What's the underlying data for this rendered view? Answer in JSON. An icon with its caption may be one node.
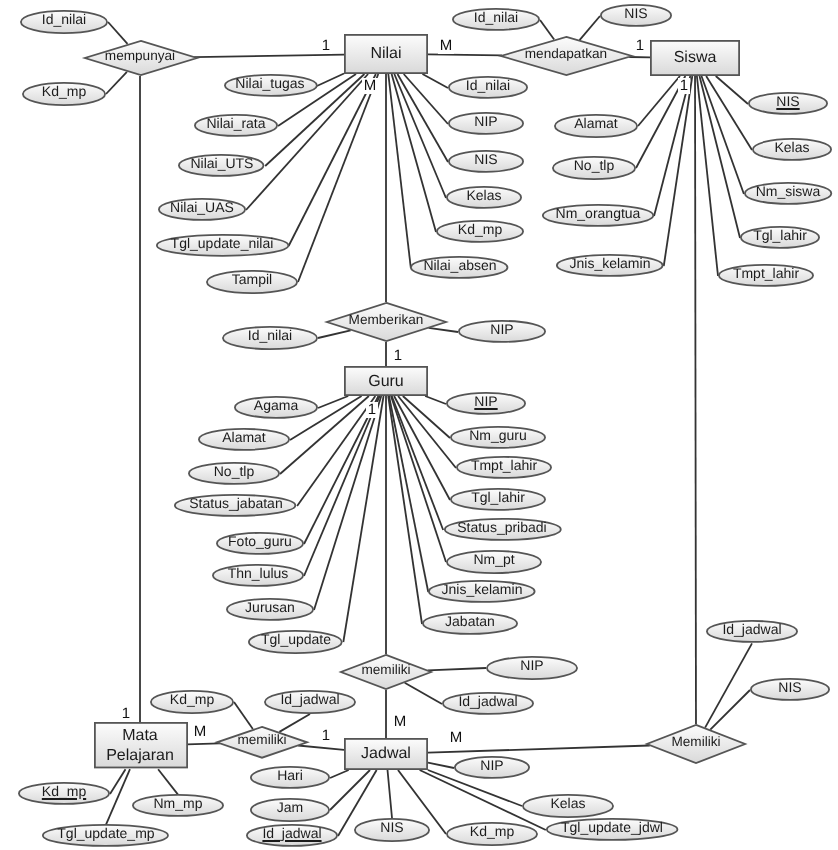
{
  "diagram": {
    "nodes": [
      {
        "text": [
          "Id_nilai"
        ]
      },
      {
        "text": [
          "mempunyai"
        ]
      },
      {
        "text": [
          "Kd_mp"
        ]
      },
      {
        "text": [
          "Nilai"
        ]
      },
      {
        "text": [
          "Id_nilai"
        ]
      },
      {
        "text": [
          "NIS"
        ]
      },
      {
        "text": [
          "mendapatkan"
        ]
      },
      {
        "text": [
          "Siswa"
        ]
      },
      {
        "text": [
          "Nilai_tugas"
        ]
      },
      {
        "text": [
          "Nilai_rata"
        ]
      },
      {
        "text": [
          "Nilai_UTS"
        ]
      },
      {
        "text": [
          "Nilai_UAS"
        ]
      },
      {
        "text": [
          "Tgl_update_nilai"
        ]
      },
      {
        "text": [
          "Tampil"
        ]
      },
      {
        "text": [
          "Id_nilai"
        ]
      },
      {
        "text": [
          "NIP"
        ]
      },
      {
        "text": [
          "NIS"
        ]
      },
      {
        "text": [
          "Kelas"
        ]
      },
      {
        "text": [
          "Kd_mp"
        ]
      },
      {
        "text": [
          "Nilai_absen"
        ]
      },
      {
        "text": [
          "Alamat"
        ]
      },
      {
        "text": [
          "No_tlp"
        ]
      },
      {
        "text": [
          "Nm_orangtua"
        ]
      },
      {
        "text": [
          "Jnis_kelamin"
        ]
      },
      {
        "text": [
          "NIS"
        ]
      },
      {
        "text": [
          "Kelas"
        ]
      },
      {
        "text": [
          "Nm_siswa"
        ]
      },
      {
        "text": [
          "Tgl_lahir"
        ]
      },
      {
        "text": [
          "Tmpt_lahir"
        ]
      },
      {
        "text": [
          "Memberikan"
        ]
      },
      {
        "text": [
          "Id_nilai"
        ]
      },
      {
        "text": [
          "NIP"
        ]
      },
      {
        "text": [
          "Guru"
        ]
      },
      {
        "text": [
          "Agama"
        ]
      },
      {
        "text": [
          "Alamat"
        ]
      },
      {
        "text": [
          "No_tlp"
        ]
      },
      {
        "text": [
          "Status_jabatan"
        ]
      },
      {
        "text": [
          "Foto_guru"
        ]
      },
      {
        "text": [
          "Thn_lulus"
        ]
      },
      {
        "text": [
          "Jurusan"
        ]
      },
      {
        "text": [
          "Tgl_update"
        ]
      },
      {
        "text": [
          "NIP"
        ]
      },
      {
        "text": [
          "Nm_guru"
        ]
      },
      {
        "text": [
          "Tmpt_lahir"
        ]
      },
      {
        "text": [
          "Tgl_lahir"
        ]
      },
      {
        "text": [
          "Status_pribadi"
        ]
      },
      {
        "text": [
          "Nm_pt"
        ]
      },
      {
        "text": [
          "Jnis_kelamin"
        ]
      },
      {
        "text": [
          "Jabatan"
        ]
      },
      {
        "text": [
          "Id_jadwal"
        ]
      },
      {
        "text": [
          "memiliki"
        ]
      },
      {
        "text": [
          "NIP"
        ]
      },
      {
        "text": [
          "Id_jadwal"
        ]
      },
      {
        "text": [
          "NIS"
        ]
      },
      {
        "text": [
          "Kd_mp"
        ]
      },
      {
        "text": [
          "Id_jadwal"
        ]
      },
      {
        "text": [
          "Mata Pelajaran"
        ]
      },
      {
        "text": [
          "memiliki"
        ]
      },
      {
        "text": [
          "Jadwal"
        ]
      },
      {
        "text": [
          "Memiliki"
        ]
      },
      {
        "text": [
          "NIP"
        ]
      },
      {
        "text": [
          "Hari"
        ]
      },
      {
        "text": [
          "Kelas"
        ]
      },
      {
        "text": [
          "Jam"
        ]
      },
      {
        "text": [
          "Tgl_update_jdwl"
        ]
      },
      {
        "text": [
          "NIS"
        ]
      },
      {
        "text": [
          "Id_jadwal"
        ]
      },
      {
        "text": [
          "Kd_mp"
        ]
      },
      {
        "text": [
          "Kd_mp"
        ]
      },
      {
        "text": [
          "Nm_mp"
        ]
      },
      {
        "text": [
          "Tgl_update_mp"
        ]
      }
    ],
    "edges": [
      {
        "from": 1,
        "to": 3,
        "arrow": "none",
        "label": "1"
      },
      {
        "from": 1,
        "to": 56,
        "arrow": "none",
        "label": "1"
      },
      {
        "from": 6,
        "to": 3,
        "arrow": "none",
        "label": "M"
      },
      {
        "from": 6,
        "to": 7,
        "arrow": "none",
        "label": "1"
      },
      {
        "from": 29,
        "to": 3,
        "arrow": "none",
        "label": "M"
      },
      {
        "from": 29,
        "to": 32,
        "arrow": "none",
        "label": "1"
      },
      {
        "from": 50,
        "to": 32,
        "arrow": "none",
        "label": "1"
      },
      {
        "from": 50,
        "to": 58,
        "arrow": "none",
        "label": "M"
      },
      {
        "from": 57,
        "to": 56,
        "arrow": "none",
        "label": "M"
      },
      {
        "from": 57,
        "to": 58,
        "arrow": "none",
        "label": "1"
      },
      {
        "from": 59,
        "to": 58,
        "arrow": "none",
        "label": "M"
      },
      {
        "from": 59,
        "to": 7,
        "arrow": "none",
        "label": "1"
      },
      {
        "from": 0,
        "to": 1,
        "arrow": "none"
      },
      {
        "from": 2,
        "to": 1,
        "arrow": "none"
      },
      {
        "from": 4,
        "to": 6,
        "arrow": "none"
      },
      {
        "from": 5,
        "to": 6,
        "arrow": "none"
      },
      {
        "from": 8,
        "to": 3,
        "arrow": "none"
      },
      {
        "from": 9,
        "to": 3,
        "arrow": "none"
      },
      {
        "from": 10,
        "to": 3,
        "arrow": "none"
      },
      {
        "from": 11,
        "to": 3,
        "arrow": "none"
      },
      {
        "from": 12,
        "to": 3,
        "arrow": "none"
      },
      {
        "from": 13,
        "to": 3,
        "arrow": "none"
      },
      {
        "from": 14,
        "to": 3,
        "arrow": "none"
      },
      {
        "from": 15,
        "to": 3,
        "arrow": "none"
      },
      {
        "from": 16,
        "to": 3,
        "arrow": "none"
      },
      {
        "from": 17,
        "to": 3,
        "arrow": "none"
      },
      {
        "from": 18,
        "to": 3,
        "arrow": "none"
      },
      {
        "from": 19,
        "to": 3,
        "arrow": "none"
      },
      {
        "from": 20,
        "to": 7,
        "arrow": "none"
      },
      {
        "from": 21,
        "to": 7,
        "arrow": "none"
      },
      {
        "from": 22,
        "to": 7,
        "arrow": "none"
      },
      {
        "from": 23,
        "to": 7,
        "arrow": "none"
      },
      {
        "from": 24,
        "to": 7,
        "arrow": "none"
      },
      {
        "from": 25,
        "to": 7,
        "arrow": "none"
      },
      {
        "from": 26,
        "to": 7,
        "arrow": "none"
      },
      {
        "from": 27,
        "to": 7,
        "arrow": "none"
      },
      {
        "from": 28,
        "to": 7,
        "arrow": "none"
      },
      {
        "from": 30,
        "to": 29,
        "arrow": "none"
      },
      {
        "from": 31,
        "to": 29,
        "arrow": "none"
      },
      {
        "from": 33,
        "to": 32,
        "arrow": "none"
      },
      {
        "from": 34,
        "to": 32,
        "arrow": "none"
      },
      {
        "from": 35,
        "to": 32,
        "arrow": "none"
      },
      {
        "from": 36,
        "to": 32,
        "arrow": "none"
      },
      {
        "from": 37,
        "to": 32,
        "arrow": "none"
      },
      {
        "from": 38,
        "to": 32,
        "arrow": "none"
      },
      {
        "from": 39,
        "to": 32,
        "arrow": "none"
      },
      {
        "from": 40,
        "to": 32,
        "arrow": "none"
      },
      {
        "from": 41,
        "to": 32,
        "arrow": "none"
      },
      {
        "from": 42,
        "to": 32,
        "arrow": "none"
      },
      {
        "from": 43,
        "to": 32,
        "arrow": "none"
      },
      {
        "from": 44,
        "to": 32,
        "arrow": "none"
      },
      {
        "from": 45,
        "to": 32,
        "arrow": "none"
      },
      {
        "from": 46,
        "to": 32,
        "arrow": "none"
      },
      {
        "from": 47,
        "to": 32,
        "arrow": "none"
      },
      {
        "from": 48,
        "to": 32,
        "arrow": "none"
      },
      {
        "from": 49,
        "to": 59,
        "arrow": "none"
      },
      {
        "from": 51,
        "to": 50,
        "arrow": "none"
      },
      {
        "from": 52,
        "to": 50,
        "arrow": "none"
      },
      {
        "from": 53,
        "to": 59,
        "arrow": "none"
      },
      {
        "from": 54,
        "to": 57,
        "arrow": "none"
      },
      {
        "from": 55,
        "to": 57,
        "arrow": "none"
      },
      {
        "from": 60,
        "to": 58,
        "arrow": "none"
      },
      {
        "from": 61,
        "to": 58,
        "arrow": "none"
      },
      {
        "from": 62,
        "to": 58,
        "arrow": "none"
      },
      {
        "from": 63,
        "to": 58,
        "arrow": "none"
      },
      {
        "from": 64,
        "to": 58,
        "arrow": "none"
      },
      {
        "from": 65,
        "to": 58,
        "arrow": "none"
      },
      {
        "from": 66,
        "to": 58,
        "arrow": "none"
      },
      {
        "from": 67,
        "to": 58,
        "arrow": "none"
      },
      {
        "from": 68,
        "to": 56,
        "arrow": "none"
      },
      {
        "from": 69,
        "to": 56,
        "arrow": "none"
      },
      {
        "from": 70,
        "to": 56,
        "arrow": "none"
      }
    ]
  }
}
